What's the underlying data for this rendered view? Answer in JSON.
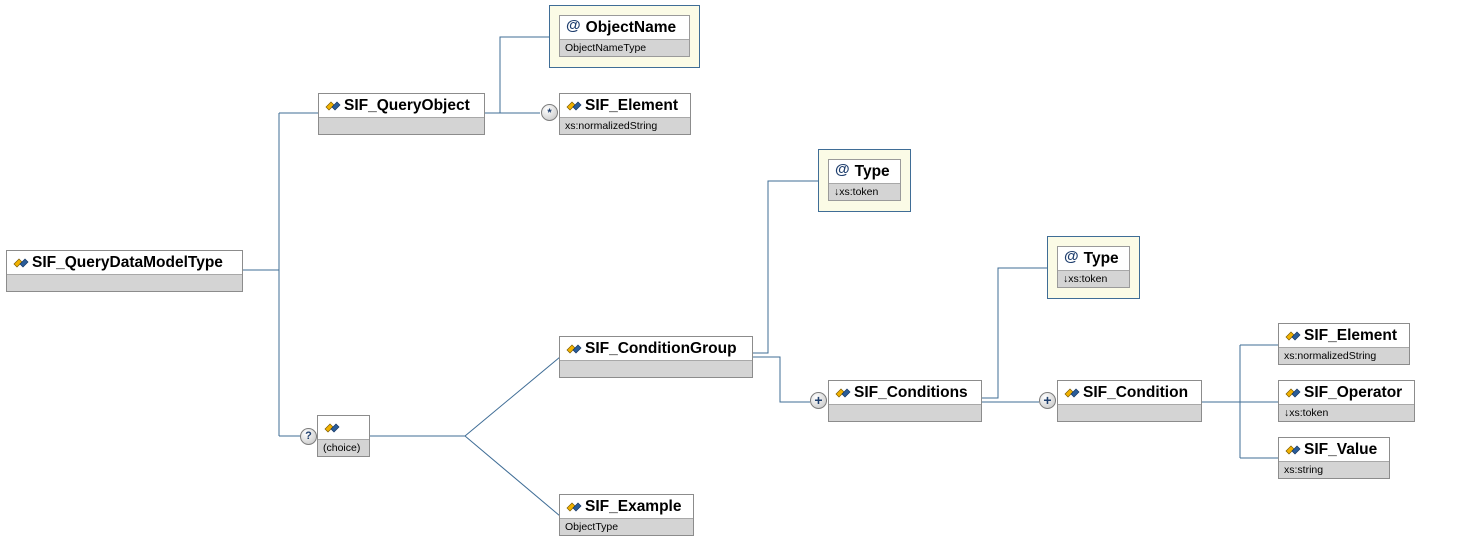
{
  "colors": {
    "connector": "#3f6d96",
    "attribute_bg": "#fbfbe6",
    "subtitle_bg": "#d4d4d4"
  },
  "nodes": {
    "root": {
      "name": "SIF_QueryDataModelType",
      "type": ""
    },
    "query_object": {
      "name": "SIF_QueryObject",
      "type": ""
    },
    "object_name": {
      "name": "ObjectName",
      "type": "ObjectNameType"
    },
    "qo_element": {
      "name": "SIF_Element",
      "type": "xs:normalizedString"
    },
    "choice": {
      "name": "",
      "type": "(choice)"
    },
    "condition_group": {
      "name": "SIF_ConditionGroup",
      "type": ""
    },
    "cg_type": {
      "name": "Type",
      "type": "↓xs:token"
    },
    "example": {
      "name": "SIF_Example",
      "type": "ObjectType"
    },
    "conditions": {
      "name": "SIF_Conditions",
      "type": ""
    },
    "cs_type": {
      "name": "Type",
      "type": "↓xs:token"
    },
    "condition": {
      "name": "SIF_Condition",
      "type": ""
    },
    "c_element": {
      "name": "SIF_Element",
      "type": "xs:normalizedString"
    },
    "c_operator": {
      "name": "SIF_Operator",
      "type": "↓xs:token"
    },
    "c_value": {
      "name": "SIF_Value",
      "type": "xs:string"
    }
  },
  "badges": {
    "element_repeat": "*",
    "choice_optional": "?",
    "expand": "+"
  },
  "icons": {
    "element": "element-icon",
    "attribute": "attribute-at-icon"
  }
}
